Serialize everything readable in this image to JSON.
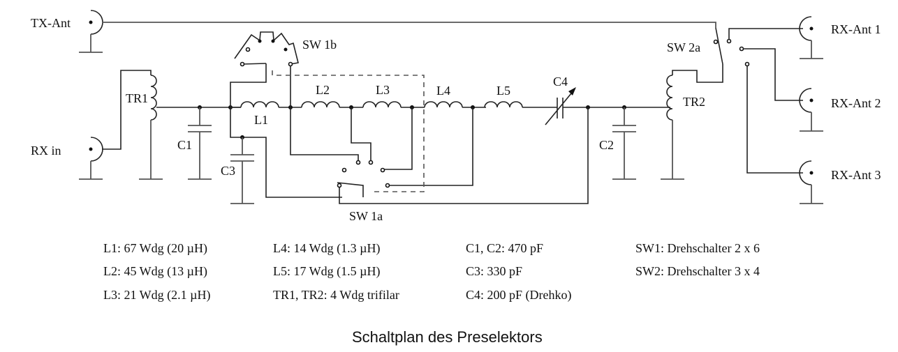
{
  "labels": {
    "tx_ant": "TX-Ant",
    "rx_in": "RX in",
    "tr1": "TR1",
    "tr2": "TR2",
    "c1": "C1",
    "c2": "C2",
    "c3": "C3",
    "c4": "C4",
    "l1": "L1",
    "l2": "L2",
    "l3": "L3",
    "l4": "L4",
    "l5": "L5",
    "sw1a": "SW 1a",
    "sw1b": "SW 1b",
    "sw2a": "SW 2a",
    "rx_ant1": "RX-Ant 1",
    "rx_ant2": "RX-Ant 2",
    "rx_ant3": "RX-Ant 3"
  },
  "legend": {
    "col1": [
      "L1: 67 Wdg (20 µH)",
      "L2: 45 Wdg (13 µH)",
      "L3: 21 Wdg (2.1 µH)"
    ],
    "col2": [
      "L4: 14 Wdg (1.3 µH)",
      "L5: 17 Wdg (1.5 µH)",
      "TR1, TR2: 4 Wdg trifilar"
    ],
    "col3": [
      "C1, C2: 470 pF",
      "C3:  330 pF",
      "C4:  200 pF (Drehko)"
    ],
    "col4": [
      "SW1: Drehschalter 2 x 6",
      "SW2: Drehschalter 3 x 4"
    ]
  },
  "caption": "Schaltplan des Preselektors"
}
